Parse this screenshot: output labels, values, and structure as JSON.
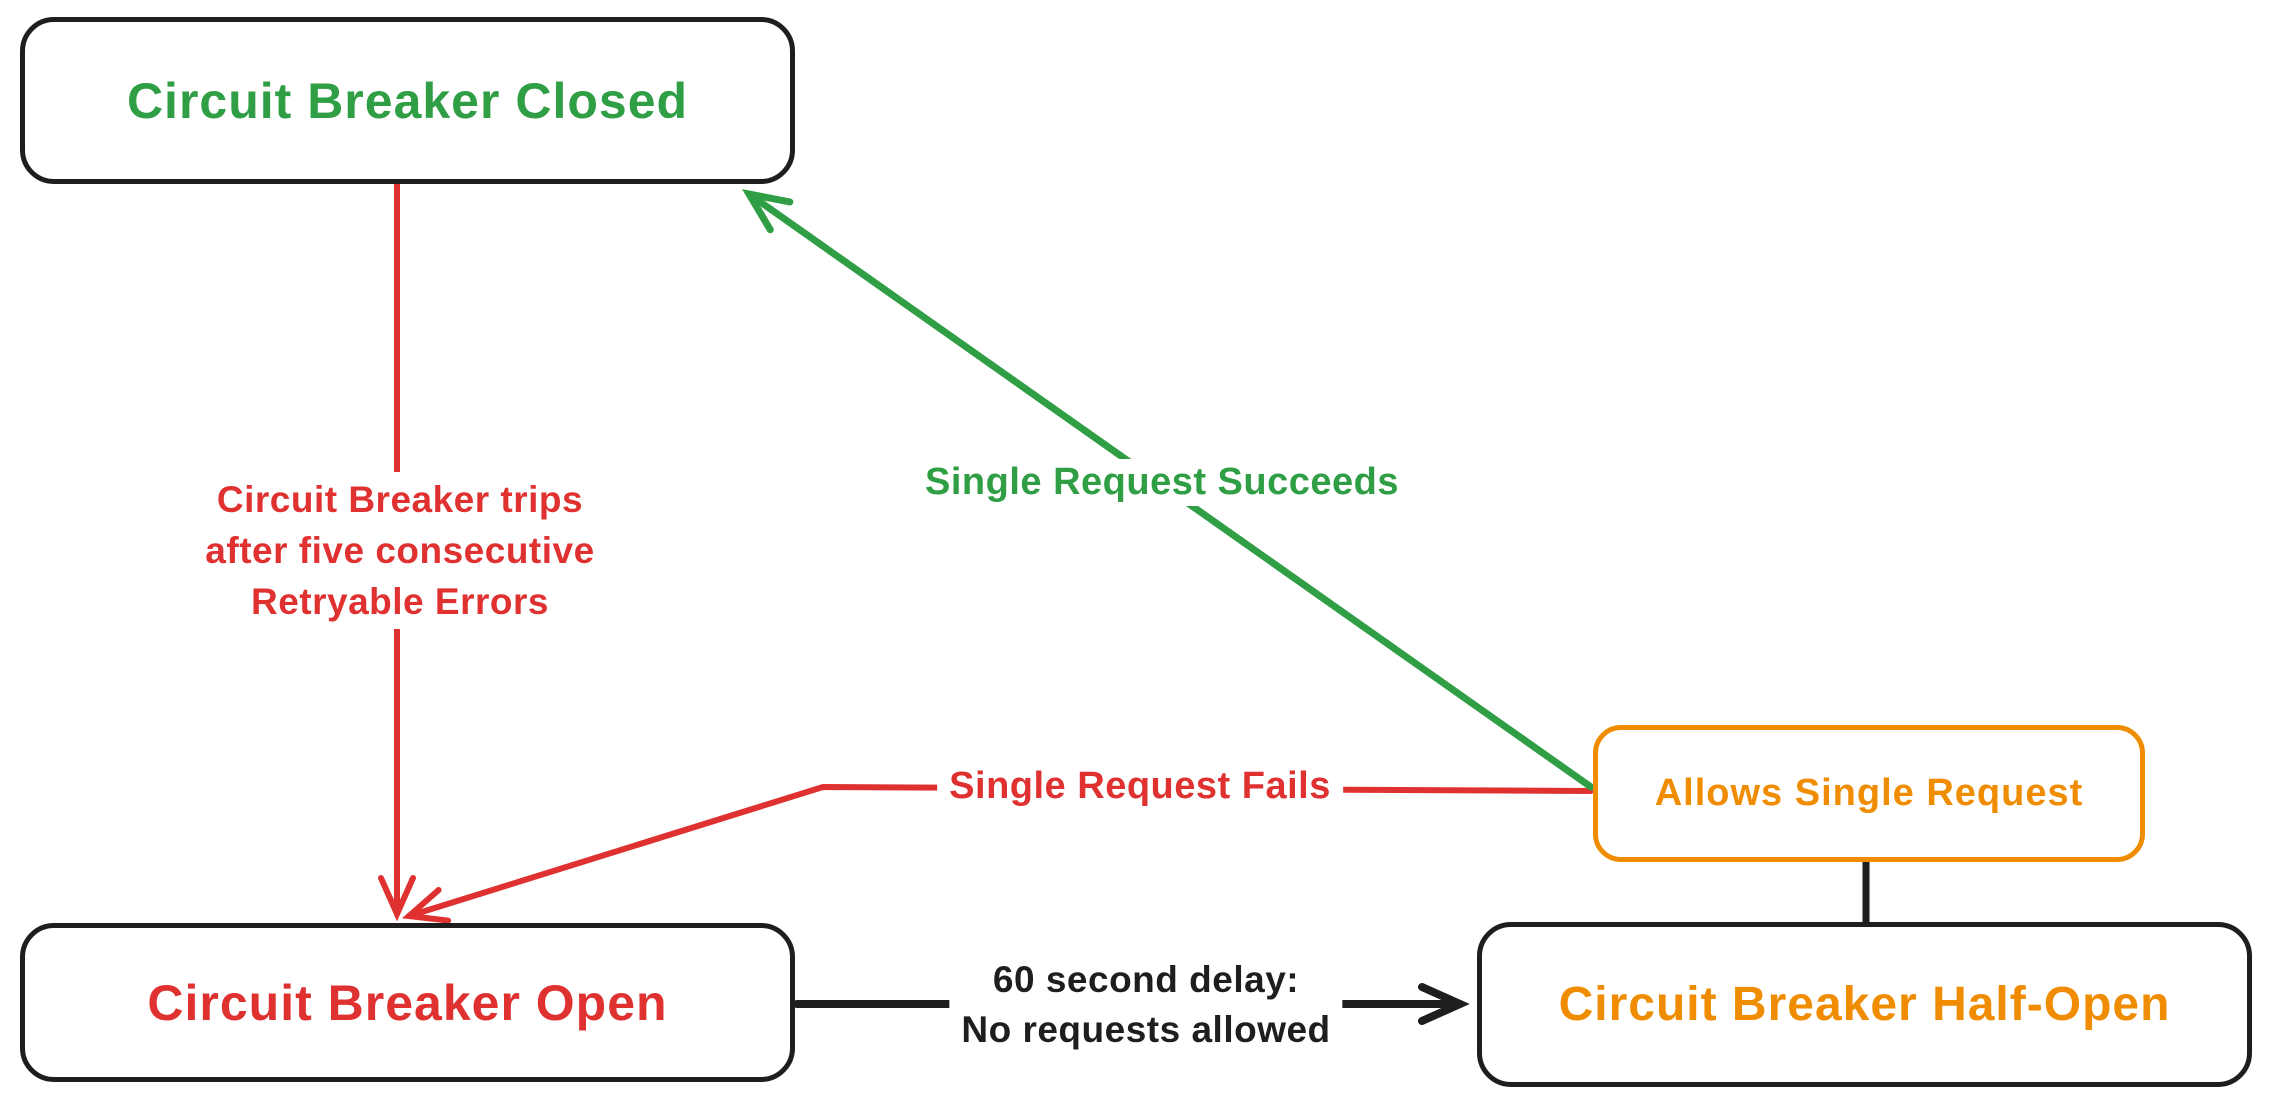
{
  "canvas": {
    "background": "#ffffff"
  },
  "colors": {
    "green": "#2f9e44",
    "red": "#e03131",
    "orange": "#f08c00",
    "black": "#1e1e1e"
  },
  "nodes": {
    "closed": {
      "label": "Circuit Breaker Closed",
      "text_color": "#2f9e44",
      "border_color": "#1e1e1e"
    },
    "open": {
      "label": "Circuit Breaker Open",
      "text_color": "#e03131",
      "border_color": "#1e1e1e"
    },
    "half_open": {
      "label": "Circuit Breaker Half-Open",
      "text_color": "#f08c00",
      "border_color": "#1e1e1e"
    },
    "allows_single_request": {
      "label": "Allows Single Request",
      "text_color": "#f08c00",
      "border_color": "#f08c00"
    }
  },
  "edges": {
    "trip": {
      "label_line1": "Circuit Breaker trips",
      "label_line2": "after five consecutive",
      "label_line3": "Retryable Errors",
      "color": "#e03131",
      "from": "Circuit Breaker Closed",
      "to": "Circuit Breaker Open"
    },
    "succeeds": {
      "label": "Single Request Succeeds",
      "color": "#2f9e44",
      "from": "Allows Single Request",
      "to": "Circuit Breaker Closed"
    },
    "fails": {
      "label": "Single Request Fails",
      "color": "#e03131",
      "from": "Allows Single Request",
      "to": "Circuit Breaker Open"
    },
    "delay": {
      "label_line1": "60 second delay:",
      "label_line2": "No requests allowed",
      "color": "#1e1e1e",
      "from": "Circuit Breaker Open",
      "to": "Circuit Breaker Half-Open"
    },
    "half_open_connector": {
      "color": "#1e1e1e",
      "from": "Circuit Breaker Half-Open",
      "to": "Allows Single Request"
    }
  }
}
